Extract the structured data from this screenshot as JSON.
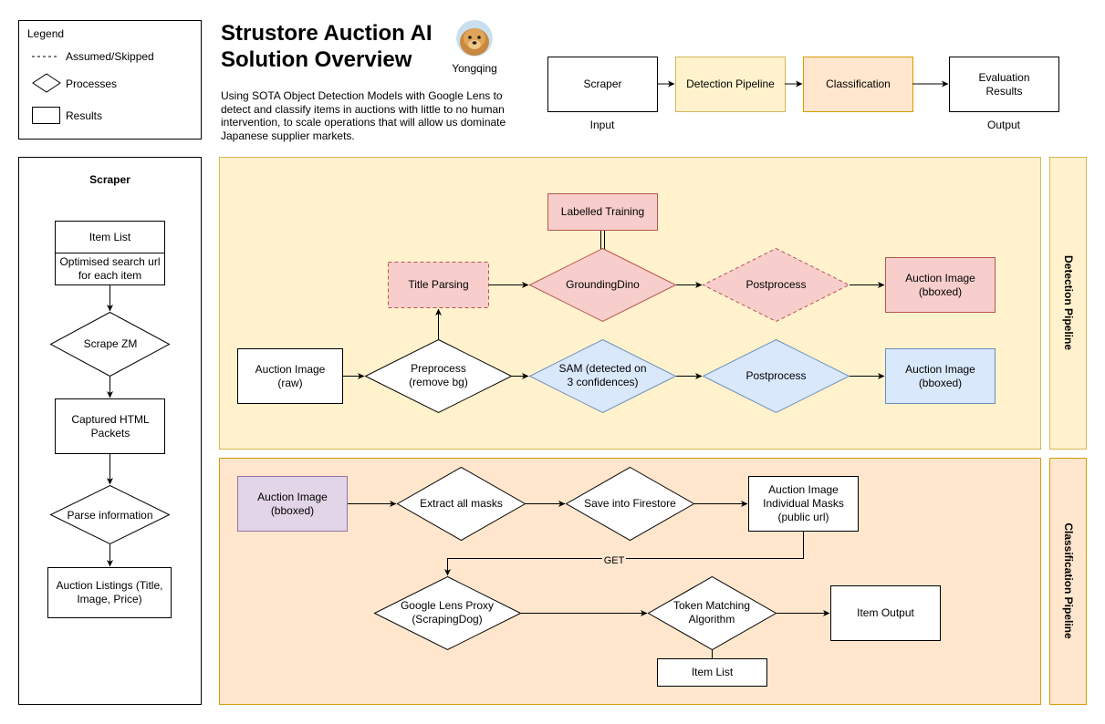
{
  "header": {
    "title": "Strustore Auction AI Solution Overview",
    "author": "Yongqing",
    "description": "Using SOTA Object Detection Models with Google Lens to detect and classify items in auctions with little to no human intervention, to scale operations that will allow us dominate Japanese supplier markets."
  },
  "legend": {
    "title": "Legend",
    "items": [
      "Assumed/Skipped",
      "Processes",
      "Results"
    ]
  },
  "overview": {
    "nodes": [
      "Scraper",
      "Detection Pipeline",
      "Classification",
      "Evaluation Results"
    ],
    "input_label": "Input",
    "output_label": "Output"
  },
  "scraper": {
    "title": "Scraper",
    "item_list": "Item List",
    "item_list_sub": "Optimised search url for each item",
    "scrape": "Scrape ZM",
    "captured": "Captured HTML Packets",
    "parse": "Parse information",
    "listings": "Auction Listings (Title, Image, Price)"
  },
  "detection": {
    "lane_label": "Detection Pipeline",
    "labelled_training": "Labelled Training",
    "title_parsing": "Title Parsing",
    "grounding_dino": "GroundingDino",
    "postprocess_top": "Postprocess",
    "auction_bboxed_top": "Auction Image (bboxed)",
    "auction_raw": "Auction Image (raw)",
    "preprocess": "Preprocess (remove bg)",
    "sam": "SAM (detected on 3 confidences)",
    "postprocess_bottom": "Postprocess",
    "auction_bboxed_bottom": "Auction Image (bboxed)"
  },
  "classification": {
    "lane_label": "Classification Pipeline",
    "auction_bboxed": "Auction Image (bboxed)",
    "extract_masks": "Extract all masks",
    "save_firestore": "Save into Firestore",
    "individual_masks": "Auction Image Individual Masks (public url)",
    "get_label": "GET",
    "google_lens": "Google Lens Proxy (ScrapingDog)",
    "token_matching": "Token Matching Algorithm",
    "item_output": "Item Output",
    "item_list": "Item List"
  },
  "colors": {
    "lane_fill": "#fff2cc",
    "lane_stroke": "#d6b656",
    "class_fill": "#ffe6cc",
    "class_stroke": "#d79b00",
    "red_fill": "#f8cecc",
    "red_stroke": "#b85450",
    "blue_fill": "#dae8fc",
    "blue_stroke": "#6c8ebf",
    "purple_fill": "#e1d5e7",
    "purple_stroke": "#9673a6"
  }
}
